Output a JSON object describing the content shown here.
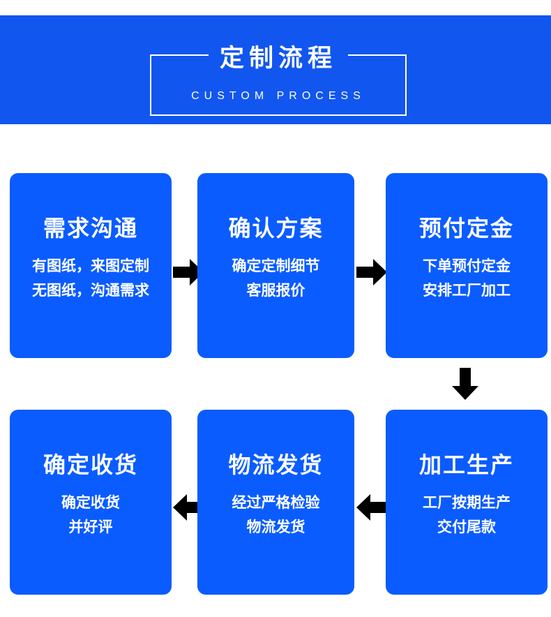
{
  "header": {
    "title": "定制流程",
    "subtitle": "CUSTOM PROCESS",
    "band_color": "#1256f0",
    "frame_color": "#ffffff",
    "text_color": "#ffffff"
  },
  "theme": {
    "card_color": "#0a5cff",
    "card_text_color": "#ffffff",
    "arrow_color": "#000000",
    "page_background": "#ffffff"
  },
  "steps": [
    {
      "index": 1,
      "title": "需求沟通",
      "lines": [
        "有图纸，来图定制",
        "无图纸，沟通需求"
      ]
    },
    {
      "index": 2,
      "title": "确认方案",
      "lines": [
        "确定定制细节",
        "客服报价"
      ]
    },
    {
      "index": 3,
      "title": "预付定金",
      "lines": [
        "下单预付定金",
        "安排工厂加工"
      ]
    },
    {
      "index": 4,
      "title": "加工生产",
      "lines": [
        "工厂按期生产",
        "交付尾款"
      ]
    },
    {
      "index": 5,
      "title": "物流发货",
      "lines": [
        "经过严格检验",
        "物流发货"
      ]
    },
    {
      "index": 6,
      "title": "确定收货",
      "lines": [
        "确定收货",
        "并好评"
      ]
    }
  ],
  "connectors": [
    {
      "name": "step1-to-step2",
      "direction": "right"
    },
    {
      "name": "step2-to-step3",
      "direction": "right"
    },
    {
      "name": "step3-to-step4",
      "direction": "down"
    },
    {
      "name": "step4-to-step5",
      "direction": "left"
    },
    {
      "name": "step5-to-step6",
      "direction": "left"
    }
  ]
}
